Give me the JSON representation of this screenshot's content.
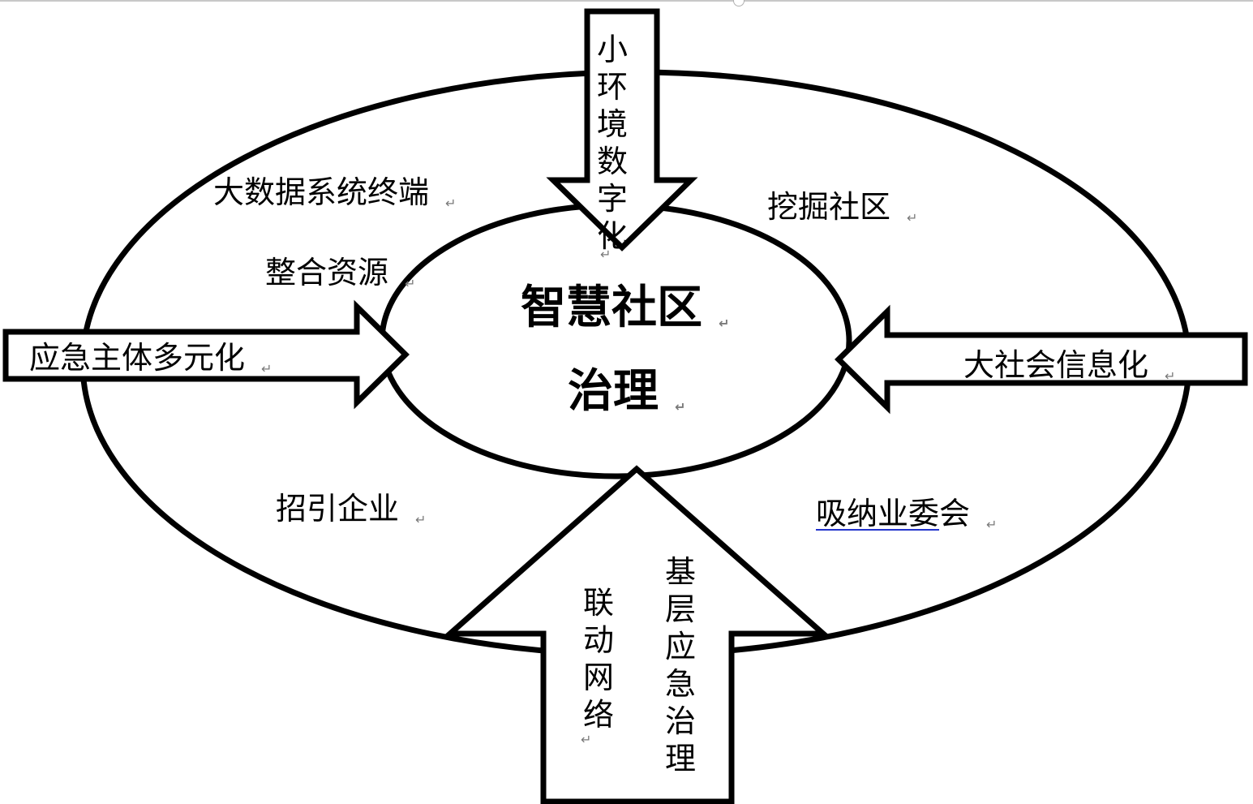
{
  "diagram": {
    "center": {
      "line1": "智慧社区",
      "line2": "治理"
    },
    "arrows": {
      "top": "小环境数字化",
      "left": "应急主体多元化",
      "right": "大社会信息化",
      "bottom_left_column": "联动网络",
      "bottom_right_column": "基层应急治理"
    },
    "ring_labels": {
      "big_data_terminal": "大数据系统终端",
      "mine_community": "挖掘社区",
      "integrate_resources": "整合资源",
      "attract_enterprises": "招引企业",
      "absorb_owners_committee_underlined": "吸纳业委",
      "absorb_owners_committee_tail": "会"
    },
    "paragraph_mark": "↵",
    "colors": {
      "stroke": "#000000",
      "fill": "#ffffff",
      "spellcheck_underline": "#2233cc",
      "paragraph_mark": "#7a7a7a"
    }
  }
}
